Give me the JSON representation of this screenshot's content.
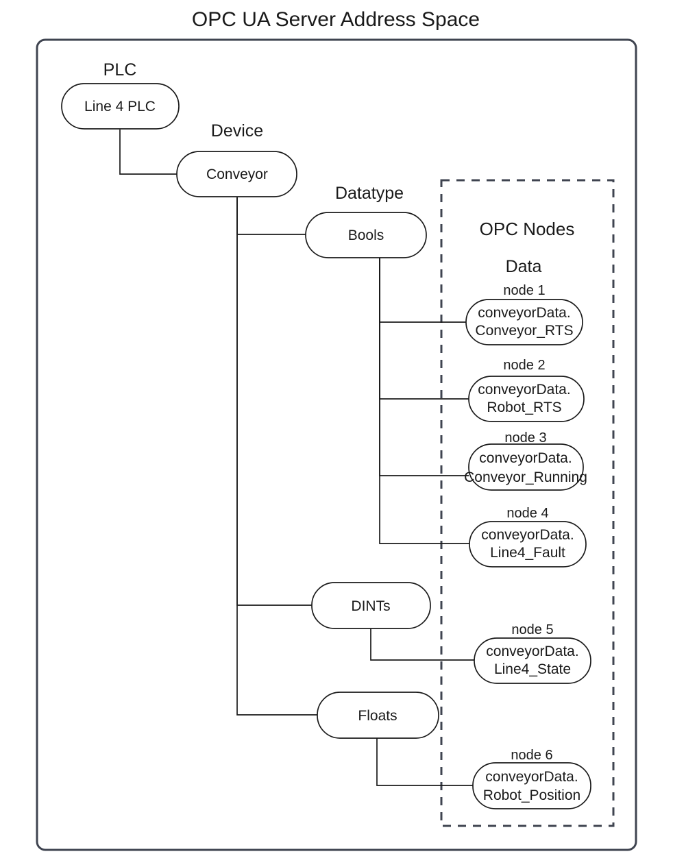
{
  "title": "OPC UA Server Address Space",
  "colors": {
    "accent": "#ff3b30",
    "frame": "#3f4450",
    "node_stroke": "#1a1a1a",
    "background": "#ffffff"
  },
  "frames": {
    "outer_label": "address-space-frame",
    "dashed_label": "opc-nodes-frame"
  },
  "labels": {
    "plc": "PLC",
    "device": "Device",
    "datatype": "Datatype",
    "opc_nodes": "OPC Nodes",
    "data": "Data"
  },
  "nodes": {
    "plc": "Line 4 PLC",
    "device": "Conveyor",
    "datatypes": [
      {
        "name": "Bools"
      },
      {
        "name": "DINTs"
      },
      {
        "name": "Floats"
      }
    ]
  },
  "opc_nodes": [
    {
      "caption": "node 1",
      "line1": "conveyorData.",
      "line2": "Conveyor_RTS",
      "datatype": "Bools"
    },
    {
      "caption": "node 2",
      "line1": "conveyorData.",
      "line2": "Robot_RTS",
      "datatype": "Bools"
    },
    {
      "caption": "node 3",
      "line1": "conveyorData.",
      "line2": "Conveyor_Running",
      "datatype": "Bools"
    },
    {
      "caption": "node 4",
      "line1": "conveyorData.",
      "line2": "Line4_Fault",
      "datatype": "Bools"
    },
    {
      "caption": "node 5",
      "line1": "conveyorData.",
      "line2": "Line4_State",
      "datatype": "DINTs"
    },
    {
      "caption": "node 6",
      "line1": "conveyorData.",
      "line2": "Robot_Position",
      "datatype": "Floats"
    }
  ]
}
